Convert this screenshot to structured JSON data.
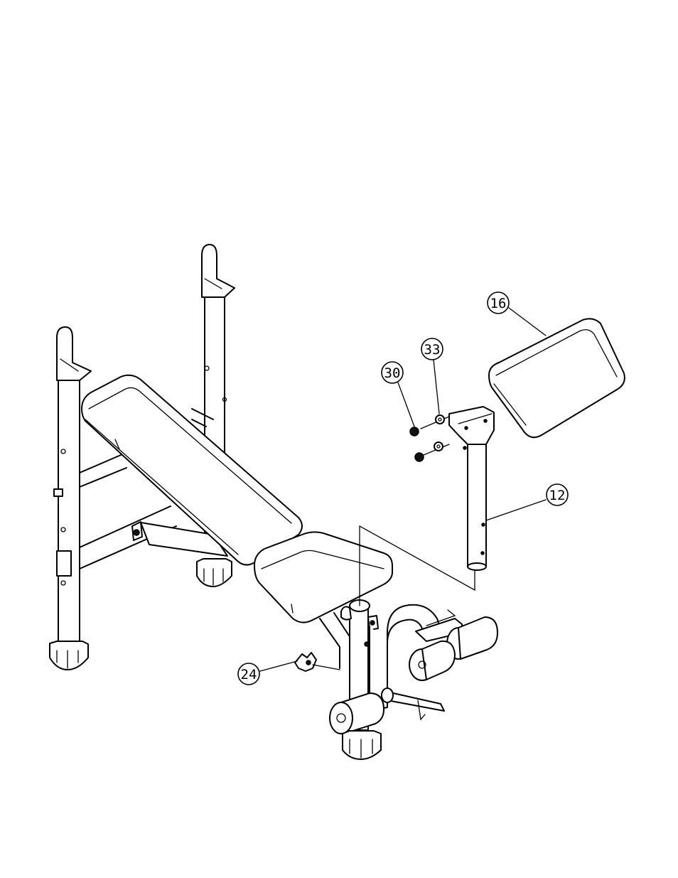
{
  "callouts": [
    {
      "id": "16",
      "label": "16"
    },
    {
      "id": "33",
      "label": "33"
    },
    {
      "id": "30",
      "label": "30"
    },
    {
      "id": "12",
      "label": "12"
    },
    {
      "id": "24",
      "label": "24"
    }
  ]
}
